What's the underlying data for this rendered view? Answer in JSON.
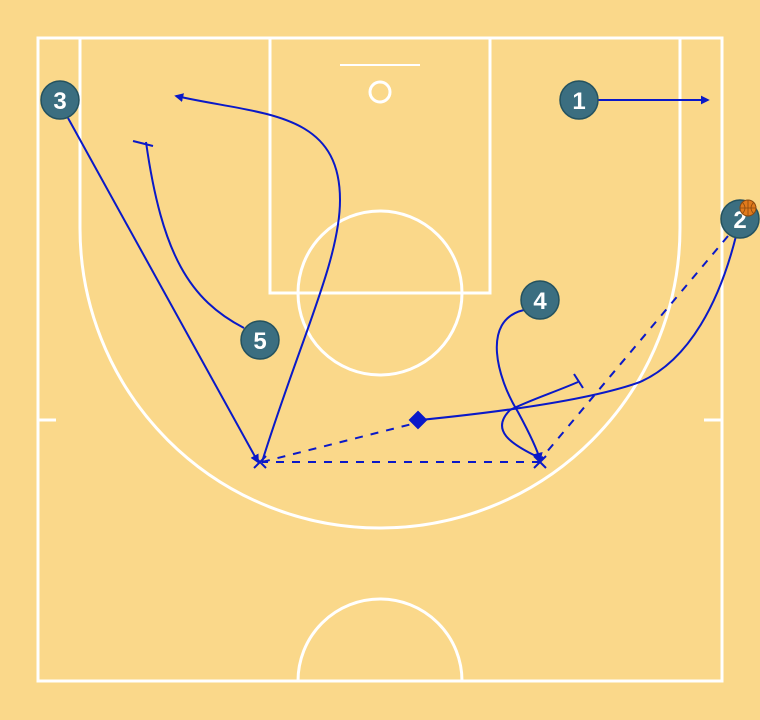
{
  "court": {
    "background": "#fad88a",
    "line_color": "#ffffff",
    "play_color": "#0a19c8",
    "player_fill": "#3b6e80",
    "player_stroke": "#24525f",
    "ball_color": "#e07a1c"
  },
  "players": [
    {
      "id": "p1",
      "label": "1",
      "has_ball": false
    },
    {
      "id": "p2",
      "label": "2",
      "has_ball": true
    },
    {
      "id": "p3",
      "label": "3",
      "has_ball": false
    },
    {
      "id": "p4",
      "label": "4",
      "has_ball": false
    },
    {
      "id": "p5",
      "label": "5",
      "has_ball": false
    }
  ],
  "actions": [
    {
      "name": "cut-p1",
      "type": "cut",
      "player": "1"
    },
    {
      "name": "cut-p3",
      "type": "cut",
      "player": "3"
    },
    {
      "name": "cut-p3-return",
      "type": "cut",
      "player": "3"
    },
    {
      "name": "screen-p5",
      "type": "screen",
      "player": "5"
    },
    {
      "name": "cut-p4",
      "type": "cut",
      "player": "4"
    },
    {
      "name": "screen-p4",
      "type": "screen",
      "player": "4"
    },
    {
      "name": "dribble-p2",
      "type": "dribble",
      "player": "2"
    },
    {
      "name": "pass-2-to-4",
      "type": "pass"
    },
    {
      "name": "pass-4-to-3",
      "type": "pass"
    },
    {
      "name": "pass-3-to-mid",
      "type": "pass"
    }
  ]
}
